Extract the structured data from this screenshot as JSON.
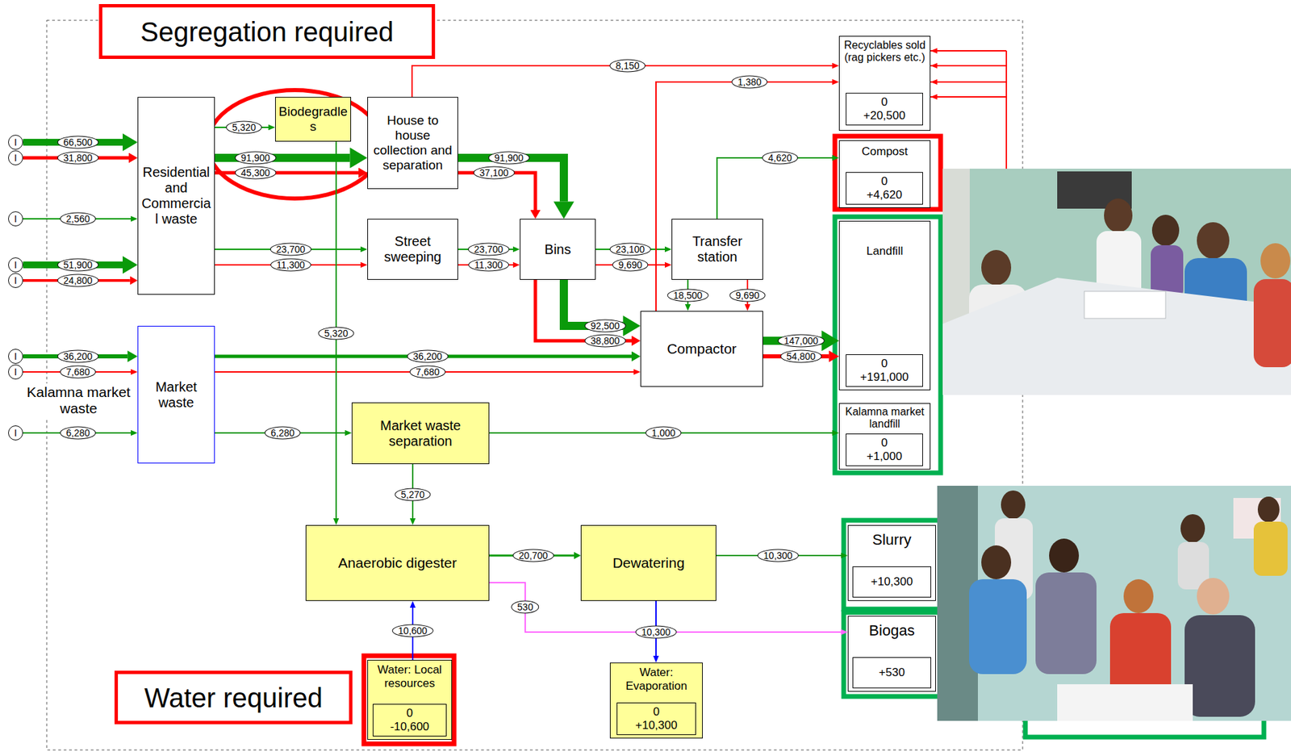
{
  "diagram": {
    "nodes": [
      {
        "text": [
          "Segregation required"
        ]
      },
      {
        "text": [
          "I"
        ]
      },
      {
        "text": [
          "I"
        ]
      },
      {
        "text": [
          "I"
        ]
      },
      {
        "text": [
          "I"
        ]
      },
      {
        "text": [
          "I"
        ]
      },
      {
        "text": [
          "I"
        ]
      },
      {
        "text": [
          "I"
        ]
      },
      {
        "text": [
          "I"
        ]
      },
      {
        "text": [
          "Residential and Commercial waste"
        ]
      },
      {
        "text": [
          "Biodegradles"
        ]
      },
      {
        "text": [
          "House to house collection and separation"
        ]
      },
      {
        "text": [
          "Recyclables sold (rag pickers etc.)"
        ]
      },
      {
        "text": [
          "0",
          "+20,500"
        ],
        "in": 12
      },
      {
        "text": [
          "Compost"
        ]
      },
      {
        "text": [
          "0",
          "+4,620"
        ],
        "in": 14
      },
      {
        "text": [
          "Street sweeping"
        ]
      },
      {
        "text": [
          "Bins"
        ]
      },
      {
        "text": [
          "Transfer station"
        ]
      },
      {
        "text": [
          "Landfill"
        ]
      },
      {
        "text": [
          "0",
          "+191,000"
        ],
        "in": 19
      },
      {
        "text": [
          "Compactor"
        ]
      },
      {
        "text": [
          "Market waste"
        ]
      },
      {
        "text": [
          "Kalamna market landfill"
        ]
      },
      {
        "text": [
          "0",
          "+1,000"
        ],
        "in": 23
      },
      {
        "text": [
          "Market waste separation"
        ]
      },
      {
        "text": [
          "Anaerobic digester"
        ]
      },
      {
        "text": [
          "Dewatering"
        ]
      },
      {
        "text": [
          "Slurry"
        ]
      },
      {
        "text": [
          "+10,300"
        ],
        "in": 28
      },
      {
        "text": [
          "Biogas"
        ]
      },
      {
        "text": [
          "+530"
        ],
        "in": 30
      },
      {
        "text": [
          "Water: Local resources"
        ]
      },
      {
        "text": [
          "0",
          "-10,600"
        ],
        "in": 32
      },
      {
        "text": [
          "Water: Evaporation"
        ]
      },
      {
        "text": [
          "0",
          "+10,300"
        ],
        "in": 34
      },
      {
        "text": [
          "Water required"
        ]
      }
    ],
    "edges": [
      {
        "from": 1,
        "to": 9,
        "label": "66,500",
        "arrow": "to"
      },
      {
        "from": 2,
        "to": 9,
        "label": "31,800",
        "arrow": "to"
      },
      {
        "from": 3,
        "to": 9,
        "label": "2,560",
        "arrow": "to"
      },
      {
        "from": 4,
        "to": 9,
        "label": "51,900",
        "arrow": "to"
      },
      {
        "from": 5,
        "to": 9,
        "label": "24,800",
        "arrow": "to"
      },
      {
        "from": 6,
        "to": 22,
        "label": "36,200",
        "arrow": "to"
      },
      {
        "from": 7,
        "to": 22,
        "label": "7,680",
        "arrow": "to"
      },
      {
        "from": 8,
        "to": 22,
        "label": "6,280",
        "arrow": "to"
      },
      {
        "from": 9,
        "to": 10,
        "label": "5,320",
        "arrow": "to"
      },
      {
        "from": 9,
        "to": 11,
        "label": "91,900",
        "arrow": "to"
      },
      {
        "from": 9,
        "to": 11,
        "label": "45,300",
        "arrow": "to"
      },
      {
        "from": 9,
        "to": 16,
        "label": "23,700",
        "arrow": "to"
      },
      {
        "from": 9,
        "to": 16,
        "label": "11,300",
        "arrow": "to"
      },
      {
        "from": 11,
        "to": 12,
        "label": "8,150",
        "arrow": "to"
      },
      {
        "from": 11,
        "to": 17,
        "label": "91,900",
        "arrow": "to"
      },
      {
        "from": 11,
        "to": 17,
        "label": "37,100",
        "arrow": "to"
      },
      {
        "from": 16,
        "to": 17,
        "label": "23,700",
        "arrow": "to"
      },
      {
        "from": 16,
        "to": 17,
        "label": "11,300",
        "arrow": "to"
      },
      {
        "from": 17,
        "to": 18,
        "label": "23,100",
        "arrow": "to"
      },
      {
        "from": 17,
        "to": 18,
        "label": "9,690",
        "arrow": "to"
      },
      {
        "from": 17,
        "to": 21,
        "label": "92,500",
        "arrow": "to"
      },
      {
        "from": 17,
        "to": 21,
        "label": "38,800",
        "arrow": "to"
      },
      {
        "from": 18,
        "to": 21,
        "label": "18,500",
        "arrow": "to"
      },
      {
        "from": 18,
        "to": 21,
        "label": "9,690",
        "arrow": "to"
      },
      {
        "from": 18,
        "to": 14,
        "label": "4,620",
        "arrow": "to"
      },
      {
        "from": 21,
        "to": 12,
        "label": "1,380",
        "arrow": "to"
      },
      {
        "from": 21,
        "to": 19,
        "label": "147,000",
        "arrow": "to"
      },
      {
        "from": 21,
        "to": 19,
        "label": "54,800",
        "arrow": "to"
      },
      {
        "from": 22,
        "to": 21,
        "label": "36,200",
        "arrow": "to"
      },
      {
        "from": 22,
        "to": 21,
        "label": "7,680",
        "arrow": "to"
      },
      {
        "from": 22,
        "to": 25,
        "label": "6,280",
        "arrow": "to"
      },
      {
        "from": 25,
        "to": 23,
        "label": "1,000",
        "arrow": "to"
      },
      {
        "from": 25,
        "to": 26,
        "label": "5,270",
        "arrow": "to"
      },
      {
        "from": 10,
        "to": 26,
        "label": "5,320",
        "arrow": "to"
      },
      {
        "from": 32,
        "to": 26,
        "label": "10,600",
        "arrow": "to"
      },
      {
        "from": 26,
        "to": 27,
        "label": "20,700",
        "arrow": "to"
      },
      {
        "from": 26,
        "to": 30,
        "label": "530",
        "arrow": "to"
      },
      {
        "from": 27,
        "to": 28,
        "label": "10,300",
        "arrow": "to"
      },
      {
        "from": 27,
        "to": 34,
        "label": "10,300",
        "arrow": "to"
      }
    ],
    "labels": [
      "Kalamna market waste"
    ]
  }
}
